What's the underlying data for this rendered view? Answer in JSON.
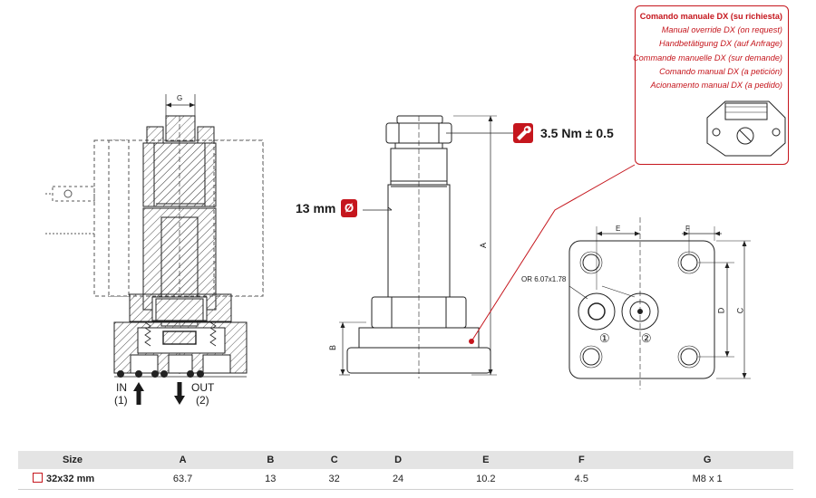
{
  "manual_override": {
    "lines": [
      "Comando manuale DX (su richiesta)",
      "Manual override DX (on request)",
      "Handbetätigung DX (auf Anfrage)",
      "Commande manuelle DX (sur demande)",
      "Comando manual DX (a petición)",
      "Acionamento manual DX (a pedido)"
    ]
  },
  "section_view": {
    "dim_g": "G",
    "port_in_label": "IN",
    "port_in_num": "(1)",
    "port_out_label": "OUT",
    "port_out_num": "(2)"
  },
  "side_view": {
    "torque": "3.5 Nm ± 0.5",
    "diameter": "13 mm",
    "diameter_symbol": "Ø",
    "dim_a": "A",
    "dim_b": "B"
  },
  "bottom_view": {
    "dim_e": "E",
    "dim_f": "F",
    "dim_d": "D",
    "dim_c": "C",
    "oring": "OR 6.07x1.78",
    "port1": "①",
    "port2": "②"
  },
  "colors": {
    "accent": "#c5161d",
    "line": "#222222",
    "hatch": "#555555",
    "header_bg": "#e4e4e4"
  },
  "table": {
    "headers": [
      "Size",
      "A",
      "B",
      "C",
      "D",
      "E",
      "F",
      "G"
    ],
    "rows": [
      [
        "32x32 mm",
        "63.7",
        "13",
        "32",
        "24",
        "10.2",
        "4.5",
        "M8 x 1"
      ]
    ]
  }
}
